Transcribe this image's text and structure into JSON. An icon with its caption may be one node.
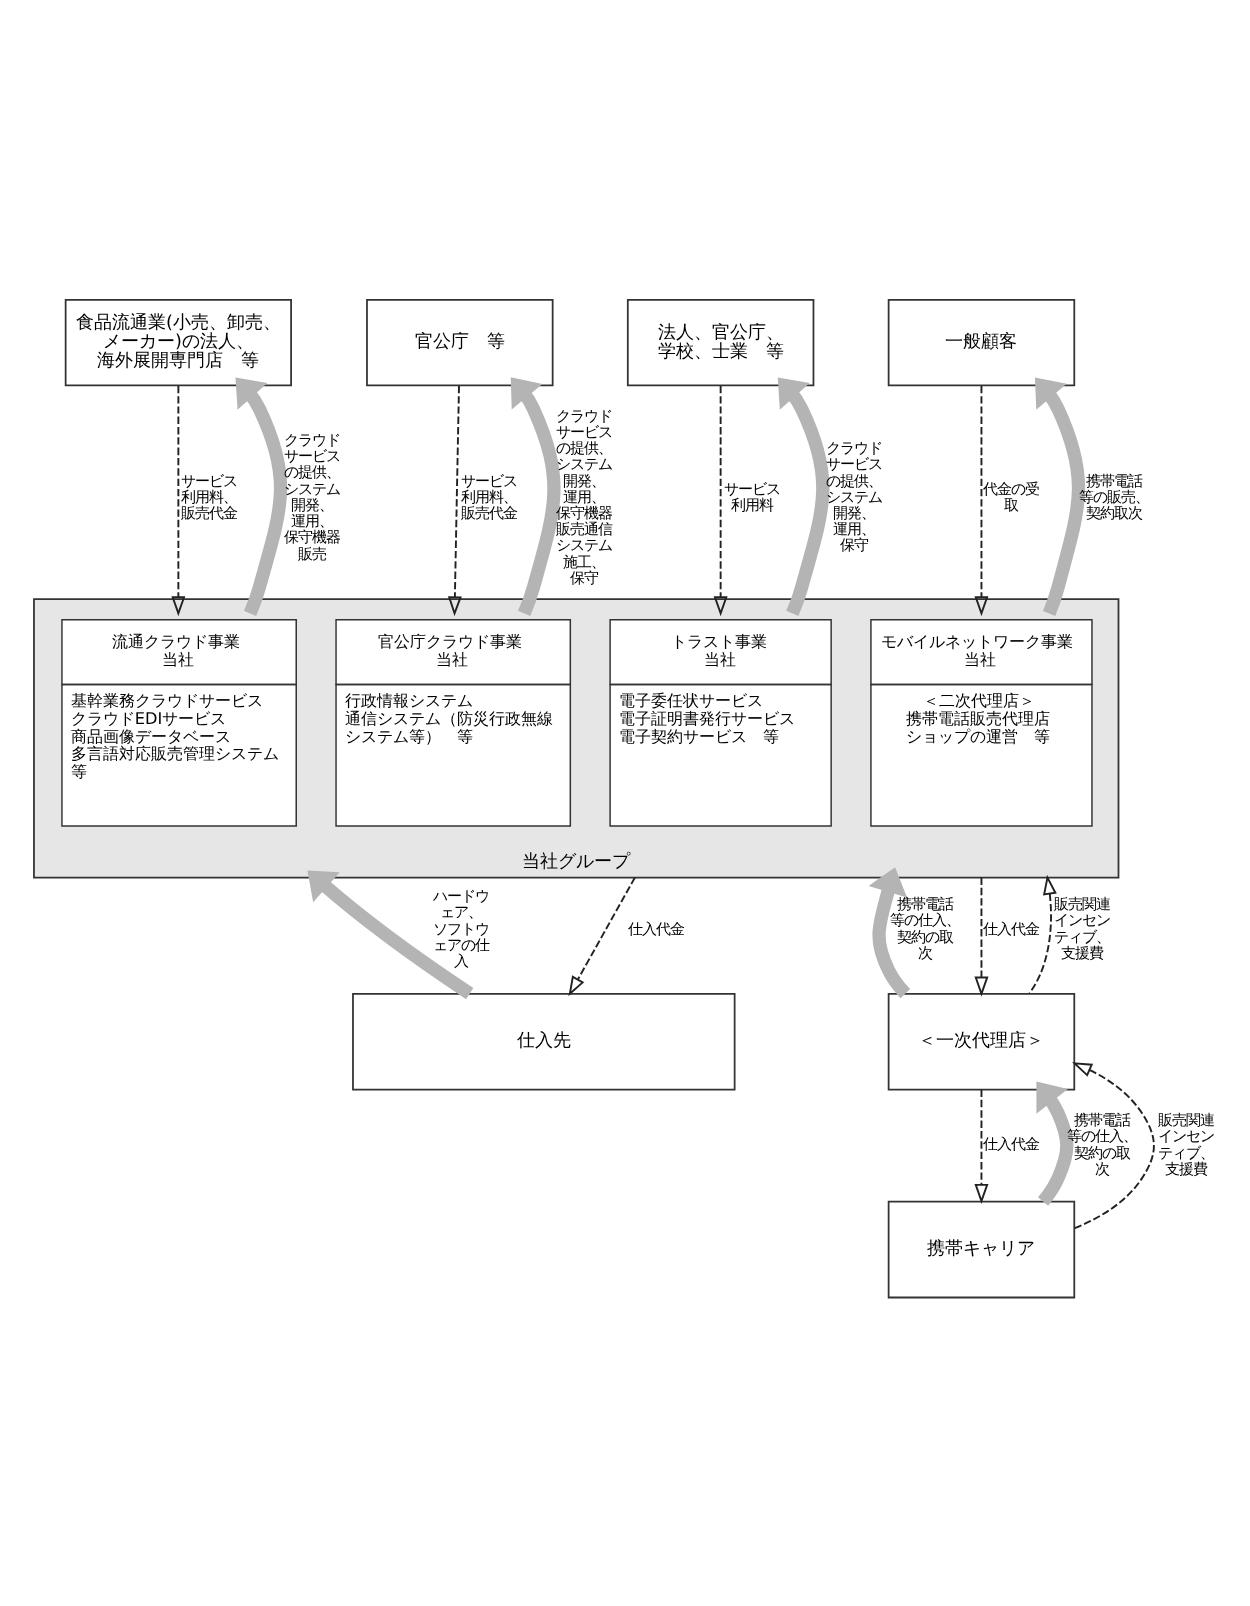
{
  "diagram": {
    "nodes": [
      {
        "text": [
          "食品流通業(小売、卸売、メーカー)の法人、海外展開専門店　等"
        ]
      },
      {
        "text": [
          "官公庁　等"
        ]
      },
      {
        "text": [
          "法人、官公庁、学校、士業　等"
        ]
      },
      {
        "text": [
          "一般顧客"
        ]
      },
      {
        "text": [
          "当社グループ"
        ]
      },
      {
        "text": [
          "流通クラウド事業",
          "当社",
          "基幹業務クラウドサービス",
          "クラウドEDIサービス",
          "商品画像データベース",
          "多言語対応販売管理システム等"
        ],
        "in": 4
      },
      {
        "text": [
          "官公庁クラウド事業",
          "当社",
          "行政情報システム",
          "通信システム（防災行政無線システム等）　等"
        ],
        "in": 4
      },
      {
        "text": [
          "トラスト事業",
          "当社",
          "電子委任状サービス",
          "電子証明書発行サービス",
          "電子契約サービス　等"
        ],
        "in": 4
      },
      {
        "text": [
          "モバイルネットワーク事業",
          "当社",
          "＜二次代理店＞",
          "携帯電話販売代理店",
          "ショップの運営　等"
        ],
        "in": 4
      },
      {
        "text": [
          "仕入先"
        ]
      },
      {
        "text": [
          "＜一次代理店＞"
        ]
      },
      {
        "text": [
          "携帯キャリア"
        ]
      }
    ],
    "edges": [
      {
        "from": 5,
        "to": 0,
        "arrow": "to",
        "label": "クラウドサービスの提供、システム開発、運用、保守機器販売",
        "style": "thick",
        "color": "#b4b4b4"
      },
      {
        "from": 0,
        "to": 5,
        "arrow": "to",
        "label": "サービス利用料、販売代金",
        "style": "dashed"
      },
      {
        "from": 6,
        "to": 1,
        "arrow": "to",
        "label": "クラウドサービスの提供、システム開発、運用、保守機器販売通信システム施工、保守",
        "style": "thick",
        "color": "#b4b4b4"
      },
      {
        "from": 1,
        "to": 6,
        "arrow": "to",
        "label": "サービス利用料、販売代金",
        "style": "dashed"
      },
      {
        "from": 7,
        "to": 2,
        "arrow": "to",
        "label": "クラウドサービスの提供、システム開発、運用、保守",
        "style": "thick",
        "color": "#b4b4b4"
      },
      {
        "from": 2,
        "to": 7,
        "arrow": "to",
        "label": "サービス利用料",
        "style": "dashed"
      },
      {
        "from": 8,
        "to": 3,
        "arrow": "to",
        "label": "携帯電話等の販売、契約取次",
        "style": "thick",
        "color": "#b4b4b4"
      },
      {
        "from": 3,
        "to": 8,
        "arrow": "to",
        "label": "代金の受取",
        "style": "dashed"
      },
      {
        "from": 9,
        "to": 4,
        "arrow": "to",
        "label": "ハードウェア、ソフトウェアの仕入",
        "style": "thick",
        "color": "#b4b4b4"
      },
      {
        "from": 4,
        "to": 9,
        "arrow": "to",
        "label": "仕入代金",
        "style": "dashed"
      },
      {
        "from": 10,
        "to": 4,
        "arrow": "to",
        "label": "携帯電話等の仕入、契約の取次",
        "style": "thick",
        "color": "#b4b4b4"
      },
      {
        "from": 4,
        "to": 10,
        "arrow": "to",
        "label": "仕入代金",
        "style": "dashed"
      },
      {
        "from": 10,
        "to": 4,
        "arrow": "to",
        "label": "販売関連インセンティブ、支援費",
        "style": "dashed"
      },
      {
        "from": 11,
        "to": 10,
        "arrow": "to",
        "label": "携帯電話等の仕入、契約の取次",
        "style": "thick",
        "color": "#b4b4b4"
      },
      {
        "from": 10,
        "to": 11,
        "arrow": "to",
        "label": "仕入代金",
        "style": "dashed"
      },
      {
        "from": 11,
        "to": 10,
        "arrow": "to",
        "label": "販売関連インセンティブ、支援費",
        "style": "dashed"
      }
    ]
  }
}
